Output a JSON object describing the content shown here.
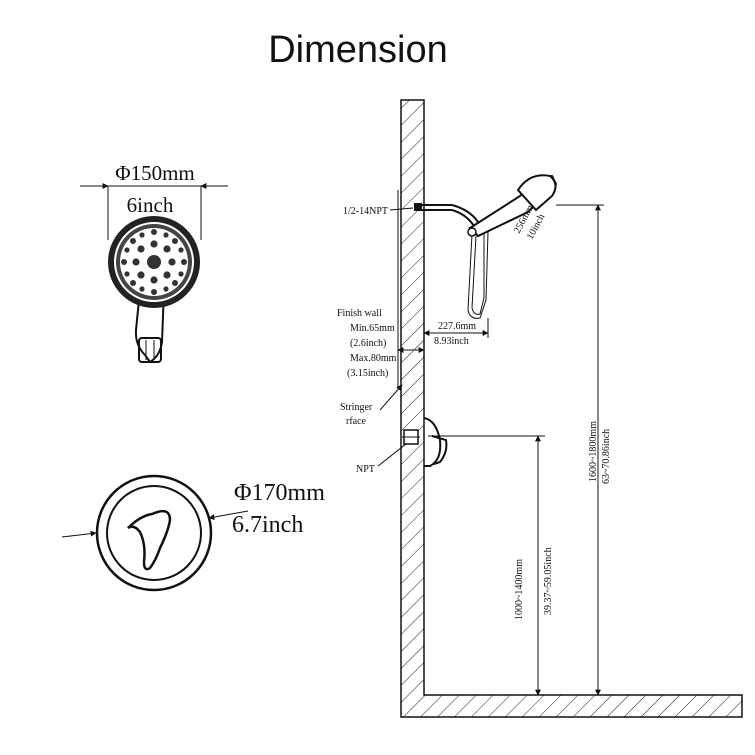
{
  "title": "Dimension",
  "shower_head": {
    "diameter_mm": "Φ150mm",
    "diameter_inch": "6inch"
  },
  "trim_plate": {
    "diameter_mm": "Φ170mm",
    "diameter_inch": "6.7inch"
  },
  "side_view": {
    "npt_top": "1/2-14NPT",
    "head_len_mm": "256mm",
    "head_len_inch": "10inch",
    "finish_wall": "Finish wall",
    "min_mm": "Min.65mm",
    "min_inch": "(2.6inch)",
    "max_mm": "Max.80mm",
    "max_inch": "(3.15inch)",
    "arm_mm": "227.6mm",
    "arm_inch": "8.93inch",
    "stringer_1": "Stringer",
    "stringer_2": "rface",
    "npt_bottom": "NPT",
    "height_head_mm": "1600~1800mm",
    "height_head_inch": "63~70.86inch",
    "height_valve_mm": "1000~1400mm",
    "height_valve_inch": "39.37~59.05inch"
  }
}
